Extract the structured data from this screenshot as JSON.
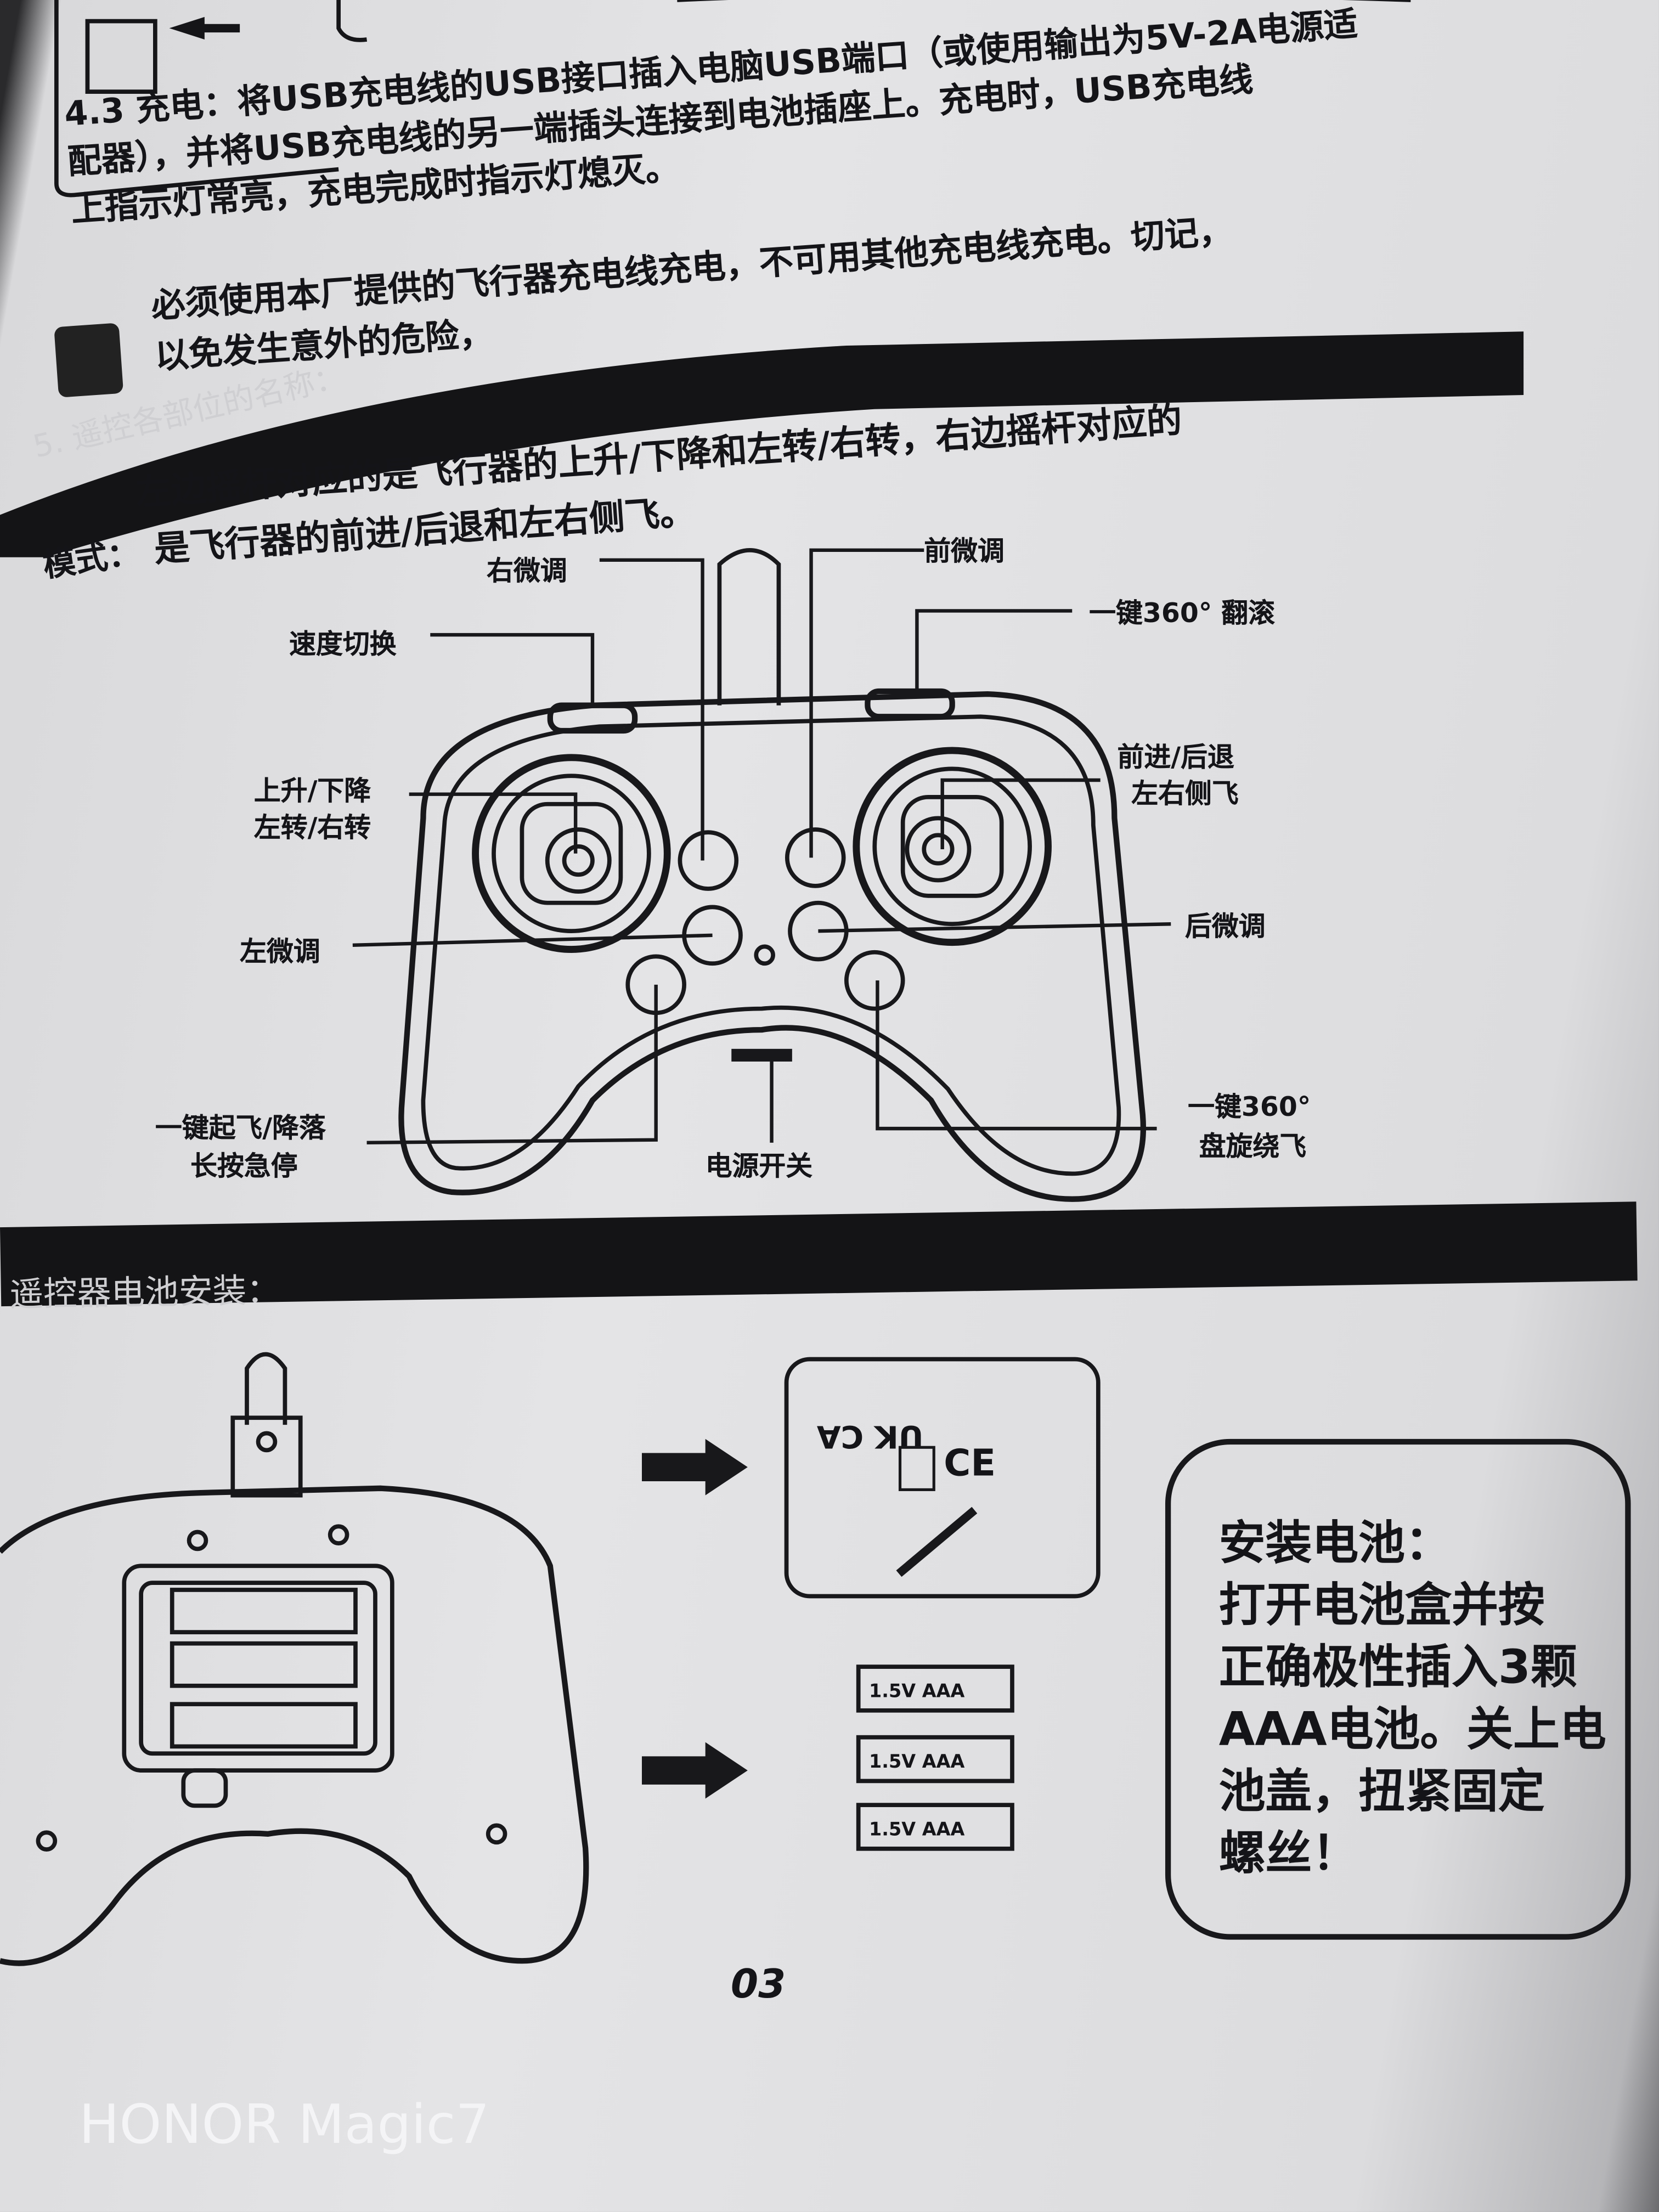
{
  "charging": {
    "lines": [
      "4.3 充电：将USB充电线的USB接口插入电脑USB端口（或使用输出为5V-2A电源适",
      "配器），并将USB充电线的另一端插头连接到电池插座上。充电时，USB充电线",
      "上指示灯常亮，充电完成时指示灯熄灭。"
    ]
  },
  "warning": {
    "lines": [
      "必须使用本厂提供的飞行器充电线充电，不可用其他充电线充电。切记，",
      "以免发生意外的危险，"
    ]
  },
  "section5": {
    "title": "5. 遥控各部位的名称：",
    "mode_label": "模式：",
    "mode_lines": [
      "左边摇杆对应的是飞行器的上升/下降和左转/右转，右边摇杆对应的",
      "是飞行器的前进/后退和左右侧飞。"
    ]
  },
  "controller_labels": {
    "right_trim": "右微调",
    "front_trim": "前微调",
    "flip_360": "一键360° 翻滚",
    "speed_switch": "速度切换",
    "left_stick_1": "上升/下降",
    "left_stick_2": "左转/右转",
    "right_stick_1": "前进/后退",
    "right_stick_2": "左右侧飞",
    "left_trim": "左微调",
    "back_trim": "后微调",
    "takeoff_1": "一键起飞/降落",
    "takeoff_2": "长按急停",
    "power_switch": "电源开关",
    "circle_1": "一键360°",
    "circle_2": "盘旋绕飞"
  },
  "battery_section": {
    "title": "遥控器电池安装：",
    "battery_label": "1.5V AAA",
    "cover_marks": [
      "UK CA",
      "CE"
    ],
    "instructions": [
      "安装电池：",
      "打开电池盒并按",
      "正确极性插入3颗",
      "AAA电池。关上电",
      "池盖，扭紧固定",
      "螺丝！"
    ]
  },
  "page_number": "03",
  "watermark": "HONOR Magic7"
}
